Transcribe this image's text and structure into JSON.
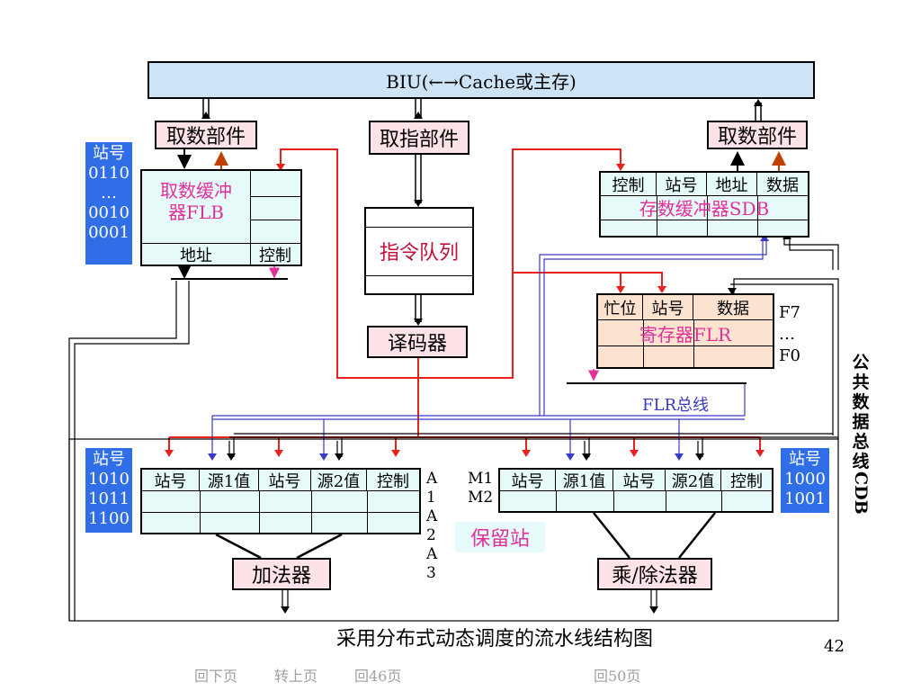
{
  "biu": {
    "label": "BIU(←→Cache或主存)"
  },
  "fetch_left": {
    "label": "取数部件"
  },
  "fetch_instr": {
    "label": "取指部件"
  },
  "fetch_right": {
    "label": "取数部件"
  },
  "flb": {
    "station_badge": [
      "站号",
      "0110",
      "…",
      "0010",
      "0001"
    ],
    "title_line1": "取数缓冲",
    "title_line2": "器FLB",
    "col_addr": "地址",
    "col_ctrl": "控制"
  },
  "queue": {
    "label": "指令队列"
  },
  "decoder": {
    "label": "译码器"
  },
  "sdb": {
    "headers": [
      "控制",
      "站号",
      "地址",
      "数据"
    ],
    "title": "存数缓冲器SDB"
  },
  "flr": {
    "headers": [
      "忙位",
      "站号",
      "数据"
    ],
    "title": "寄存器FLR",
    "side": [
      "F7",
      "…",
      "F0"
    ],
    "bus_label": "FLR总线"
  },
  "cdb_label": [
    "公",
    "共",
    "数",
    "据",
    "总",
    "线",
    "CDB"
  ],
  "add_rs": {
    "badge": [
      "站号",
      "1010",
      "1011",
      "1100"
    ],
    "headers": [
      "站号",
      "源1值",
      "站号",
      "源2值",
      "控制"
    ],
    "side": [
      "A",
      "1",
      "A",
      "2",
      "A",
      "3"
    ],
    "unit": "加法器"
  },
  "mul_rs": {
    "badge": [
      "站号",
      "1000",
      "1001"
    ],
    "headers": [
      "站号",
      "源1值",
      "站号",
      "源2值",
      "控制"
    ],
    "side": [
      "M1",
      "M2"
    ],
    "unit": "乘/除法器"
  },
  "reservation_label": "保留站",
  "caption": "采用分布式动态调度的流水线结构图",
  "page_number": "42",
  "nav": [
    "回下页",
    "转上页",
    "回46页",
    "回50页"
  ],
  "colors": {
    "red": "#e8211a",
    "blue": "#3a3ac8",
    "pink_text": "#e0309a",
    "badge": "#2f6ee6"
  }
}
